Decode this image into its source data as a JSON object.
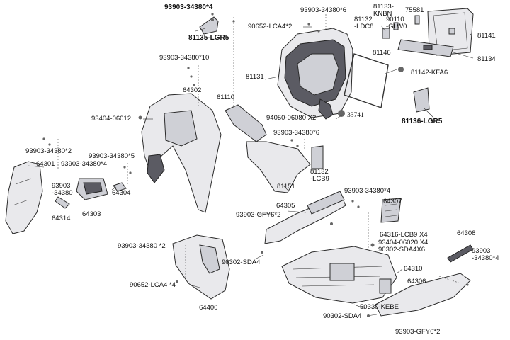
{
  "labels": {
    "l1": "93903-34380*4",
    "l2": "81135-LGR5",
    "l3": "93903-34380*6",
    "l4": "81133-\nKNBN",
    "l5": "75581",
    "l6": "90652-LCA4*2",
    "l7": "81132\n-LDC8",
    "l8": "90110\n-GLW0",
    "l9": "81141",
    "l10": "81146",
    "l11": "81134",
    "l12": "93903-34380*10",
    "l13": "81131",
    "l14": "81142-KFA6",
    "l15": "64302",
    "l16": "61110",
    "l17": "93404-06012",
    "l18": "94050-06080 X2",
    "l19": "33741",
    "l20": "81136-LGR5",
    "l21": "93903-34380*6",
    "l22": "93903-34380*2",
    "l23": "93903-34380*5",
    "l24": "64301",
    "l25": "93903-34380*4",
    "l26": "81132\n-LCB9",
    "l27": "93903\n-34380",
    "l28": "64304",
    "l29": "81151",
    "l30": "93903-34380*4",
    "l31": "64314",
    "l32": "64303",
    "l33": "64307",
    "l34": "64305",
    "l35": "93903-GFY6*2",
    "l36": "64316-LCB9 X4",
    "l37": "64308",
    "l38": "93404-06020 X4",
    "l39": "90302-SDA4X6",
    "l40": "93903-34380 *2",
    "l41": "93903\n-34380*4",
    "l42": "90302-SDA4",
    "l43": "64310",
    "l44": "90652-LCA4 *4",
    "l45": "64306",
    "l46": "64400",
    "l47": "50330-KEBE",
    "l48": "90302-SDA4",
    "l49": "93903-GFY6*2"
  }
}
